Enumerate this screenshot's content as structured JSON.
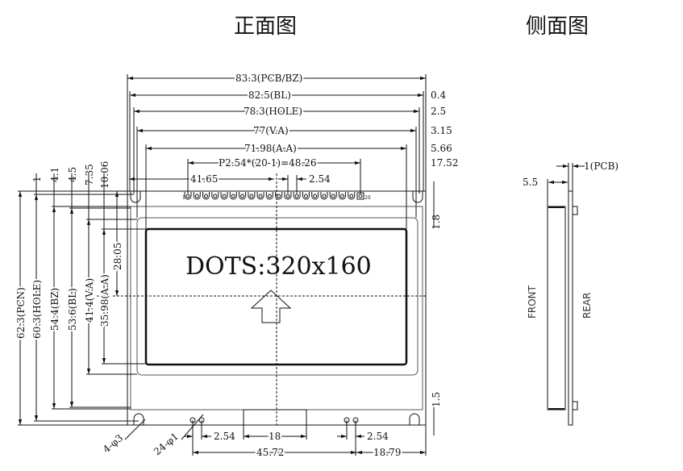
{
  "titles": {
    "front": "正面图",
    "side": "侧面图"
  },
  "display_text": "DOTS:320x160",
  "top_dims": {
    "pcb_bz": "83.3(PCB/BZ)",
    "bl": "82.5(BL)",
    "hole": "78.3(HOLE)",
    "va": "77(V.A)",
    "aa": "71.98(A.A)",
    "pitch": "P2.54*(20-1)=48.26",
    "offset": "41.65",
    "pin_pitch": "2.54"
  },
  "right_dims": {
    "d1": "0.4",
    "d2": "2.5",
    "d3": "3.15",
    "d4": "5.66",
    "d5": "17.52",
    "top_edge": "1.8",
    "bottom_edge": "1.5"
  },
  "left_dims": {
    "pcn": "62.3(PCN)",
    "hole": "60.3(HOLE)",
    "bz": "54.4(BZ)",
    "bl": "53.6(BL)",
    "va": "41.4(V.A)",
    "aa": "35.98(A.A)",
    "center": "28.05",
    "o1": "1",
    "o2": "4.1",
    "o3": "4.5",
    "o4": "7.35",
    "o5": "10.06"
  },
  "bottom_dims": {
    "mount_holes": "4-φ3",
    "pins": "24-φ1",
    "pitch_left": "2.54",
    "gap": "18",
    "span": "45.72",
    "right_offset": "18.79",
    "pitch_right": "2.54"
  },
  "pin_labels": {
    "first": "1",
    "last": "20"
  },
  "side": {
    "thickness": "5.5",
    "pcb": "1(PCB)",
    "front": "FRONT",
    "rear": "REAR"
  }
}
